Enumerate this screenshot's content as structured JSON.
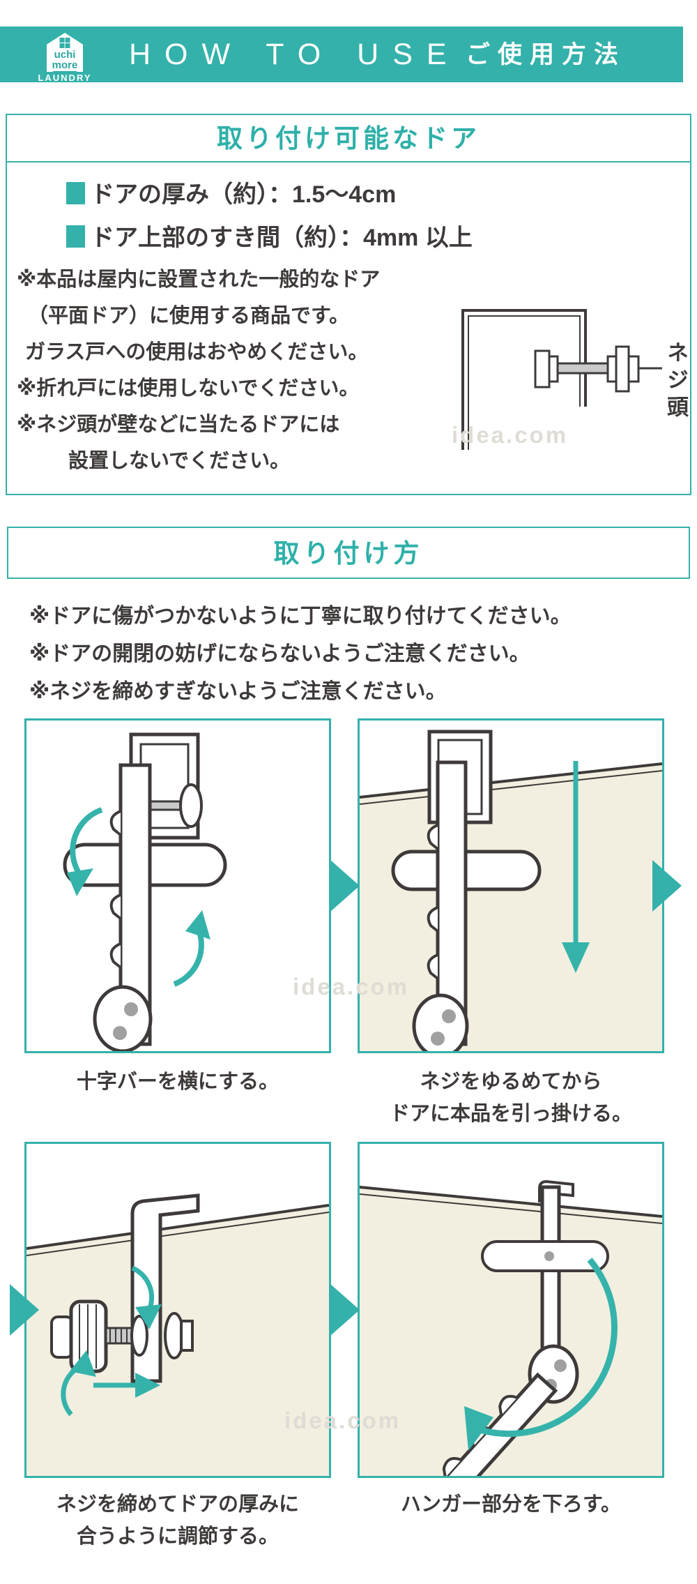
{
  "colors": {
    "accent_teal": "#33b1aa",
    "text_dark": "#3e3a39",
    "door_beige": "#f2efe0",
    "watermark_gray": "#dedcd4",
    "metal_gray": "#c9cac9"
  },
  "header": {
    "logo": {
      "word1": "uchi",
      "word2": "more",
      "sub": "LAUNDRY",
      "icon": "house-window-icon"
    },
    "title_en": "HOW TO USE",
    "title_ja": "ご使用方法"
  },
  "watermark": "idea.com",
  "section1": {
    "title": "取り付け可能なドア",
    "bullets": [
      "ドアの厚み（約）：1.5〜4cm",
      "ドア上部のすき間（約）：4mm 以上"
    ],
    "note_lines": [
      "※本品は屋内に設置された一般的なドア",
      "（平面ドア）に使用する商品です。",
      "ガラス戸への使用はおやめください。",
      "※折れ戸には使用しないでください。",
      "※ネジ頭が壁などに当たるドアには",
      "設置しないでください。"
    ],
    "diagram": {
      "label": "ネジ頭",
      "icon": "door-frame-screw-clamp-diagram"
    }
  },
  "section2": {
    "title": "取り付け方",
    "notes": [
      "※ドアに傷がつかないように丁寧に取り付けてください。",
      "※ドアの開閉の妨げにならないようご注意ください。",
      "※ネジを締めすぎないようご注意ください。"
    ],
    "steps": [
      {
        "caption_lines": [
          "十字バーを横にする。"
        ]
      },
      {
        "caption_lines": [
          "ネジをゆるめてから",
          "ドアに本品を引っ掛ける。"
        ]
      },
      {
        "caption_lines": [
          "ネジを締めてドアの厚みに",
          "合うように調節する。"
        ]
      },
      {
        "caption_lines": [
          "ハンガー部分を下ろす。"
        ]
      }
    ]
  }
}
